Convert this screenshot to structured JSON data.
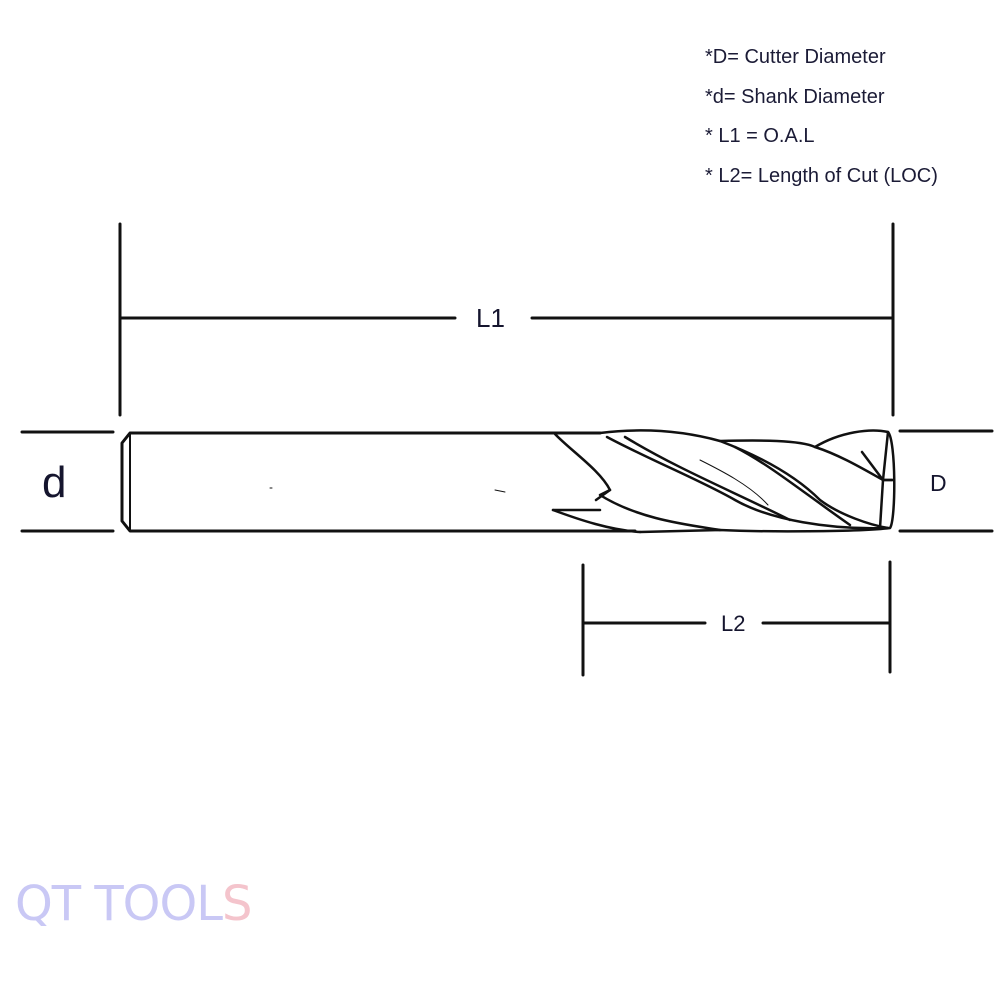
{
  "legend": {
    "items": [
      "*D= Cutter Diameter",
      "*d= Shank Diameter",
      "* L1 = O.A.L",
      "* L2= Length of Cut (LOC)"
    ]
  },
  "dimensions": {
    "overall_length": "L1",
    "length_of_cut": "L2",
    "shank_diameter": "d",
    "cutter_diameter": "D"
  },
  "logo": {
    "text_main": "QT TOOL",
    "text_last": "S"
  },
  "colors": {
    "line": "#111111",
    "text": "#1b1b36",
    "logo_main": "#c9c8f5",
    "logo_accent": "#f4c4cc"
  }
}
